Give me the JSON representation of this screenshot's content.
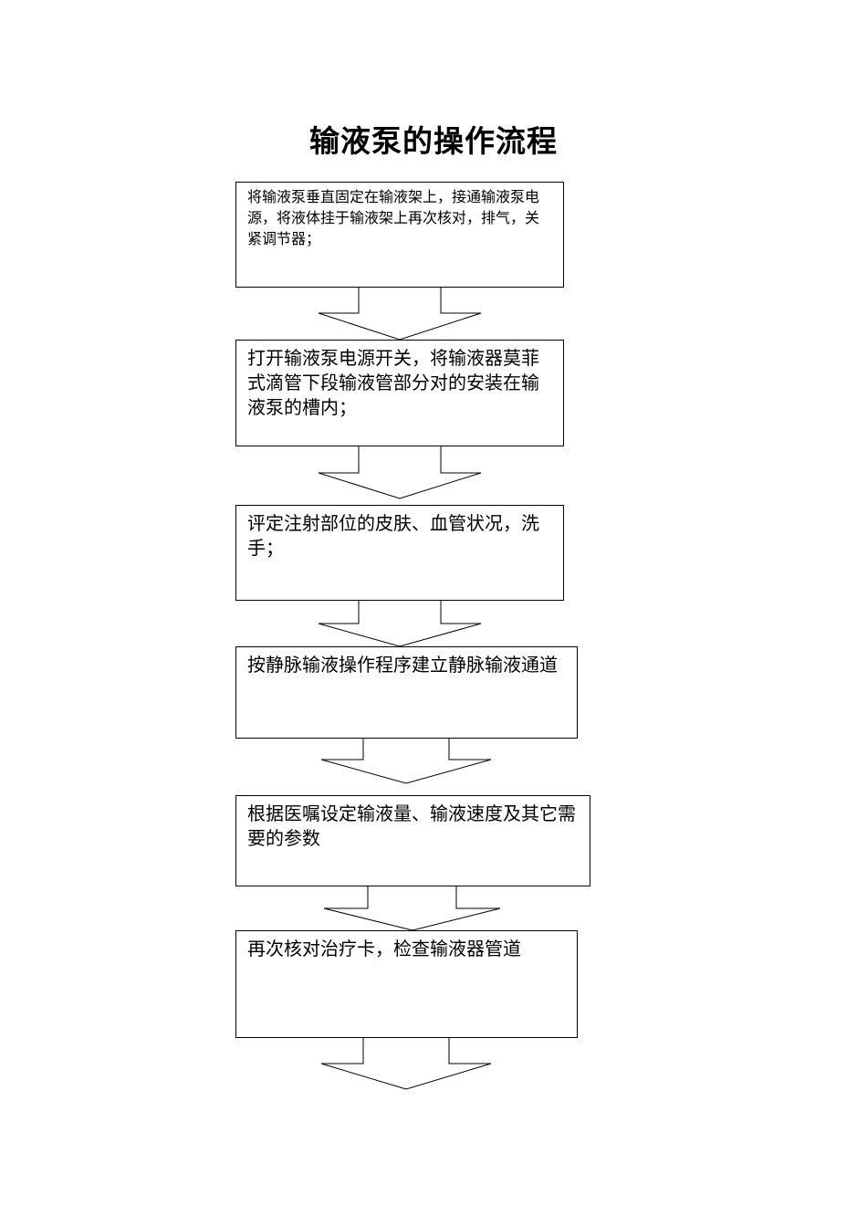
{
  "title": "输液泵的操作流程",
  "steps": [
    {
      "text": "将输液泵垂直固定在输液架上，接通输液泵电源，将液体挂于输液架上再次核对，排气，关紧调节器；"
    },
    {
      "text": "打开输液泵电源开关，将输液器莫菲式滴管下段输液管部分对的安装在输液泵的槽内；"
    },
    {
      "text": "评定注射部位的皮肤、血管状况，洗手；"
    },
    {
      "text": "按静脉输液操作程序建立静脉输液通道"
    },
    {
      "text": "根据医嘱设定输液量、输液速度及其它需要的参数"
    },
    {
      "text": "再次核对治疗卡，检查输液器管道"
    }
  ],
  "colors": {
    "stroke": "#000000",
    "background": "#ffffff"
  }
}
